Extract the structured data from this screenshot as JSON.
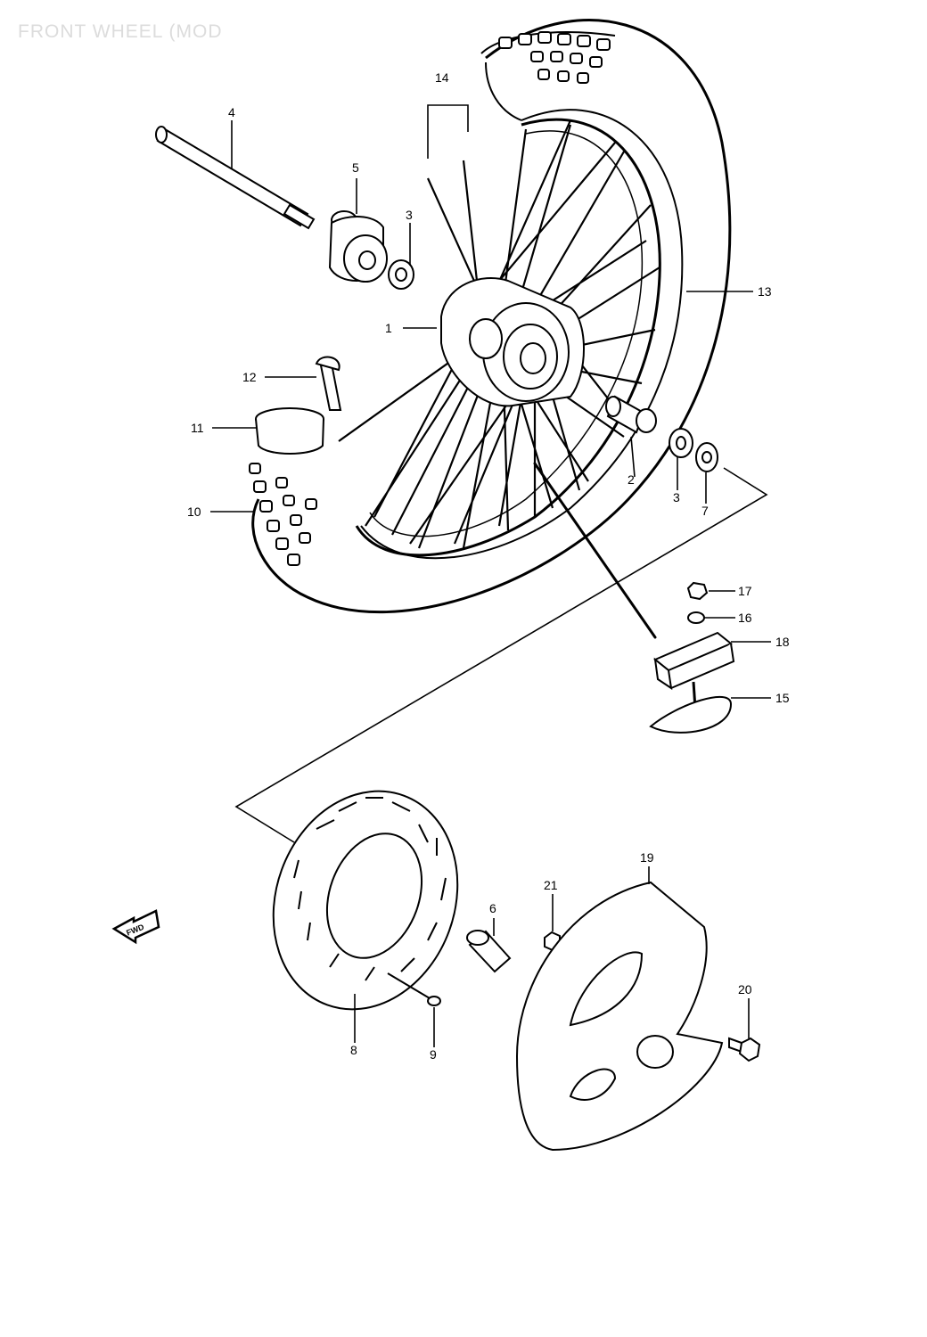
{
  "title": "FRONT WHEEL (MOD",
  "fwd_label": "FWD",
  "callouts": [
    "1",
    "2",
    "3",
    "3",
    "4",
    "5",
    "6",
    "7",
    "8",
    "9",
    "10",
    "11",
    "12",
    "13",
    "14",
    "15",
    "16",
    "17",
    "18",
    "19",
    "20",
    "21"
  ]
}
